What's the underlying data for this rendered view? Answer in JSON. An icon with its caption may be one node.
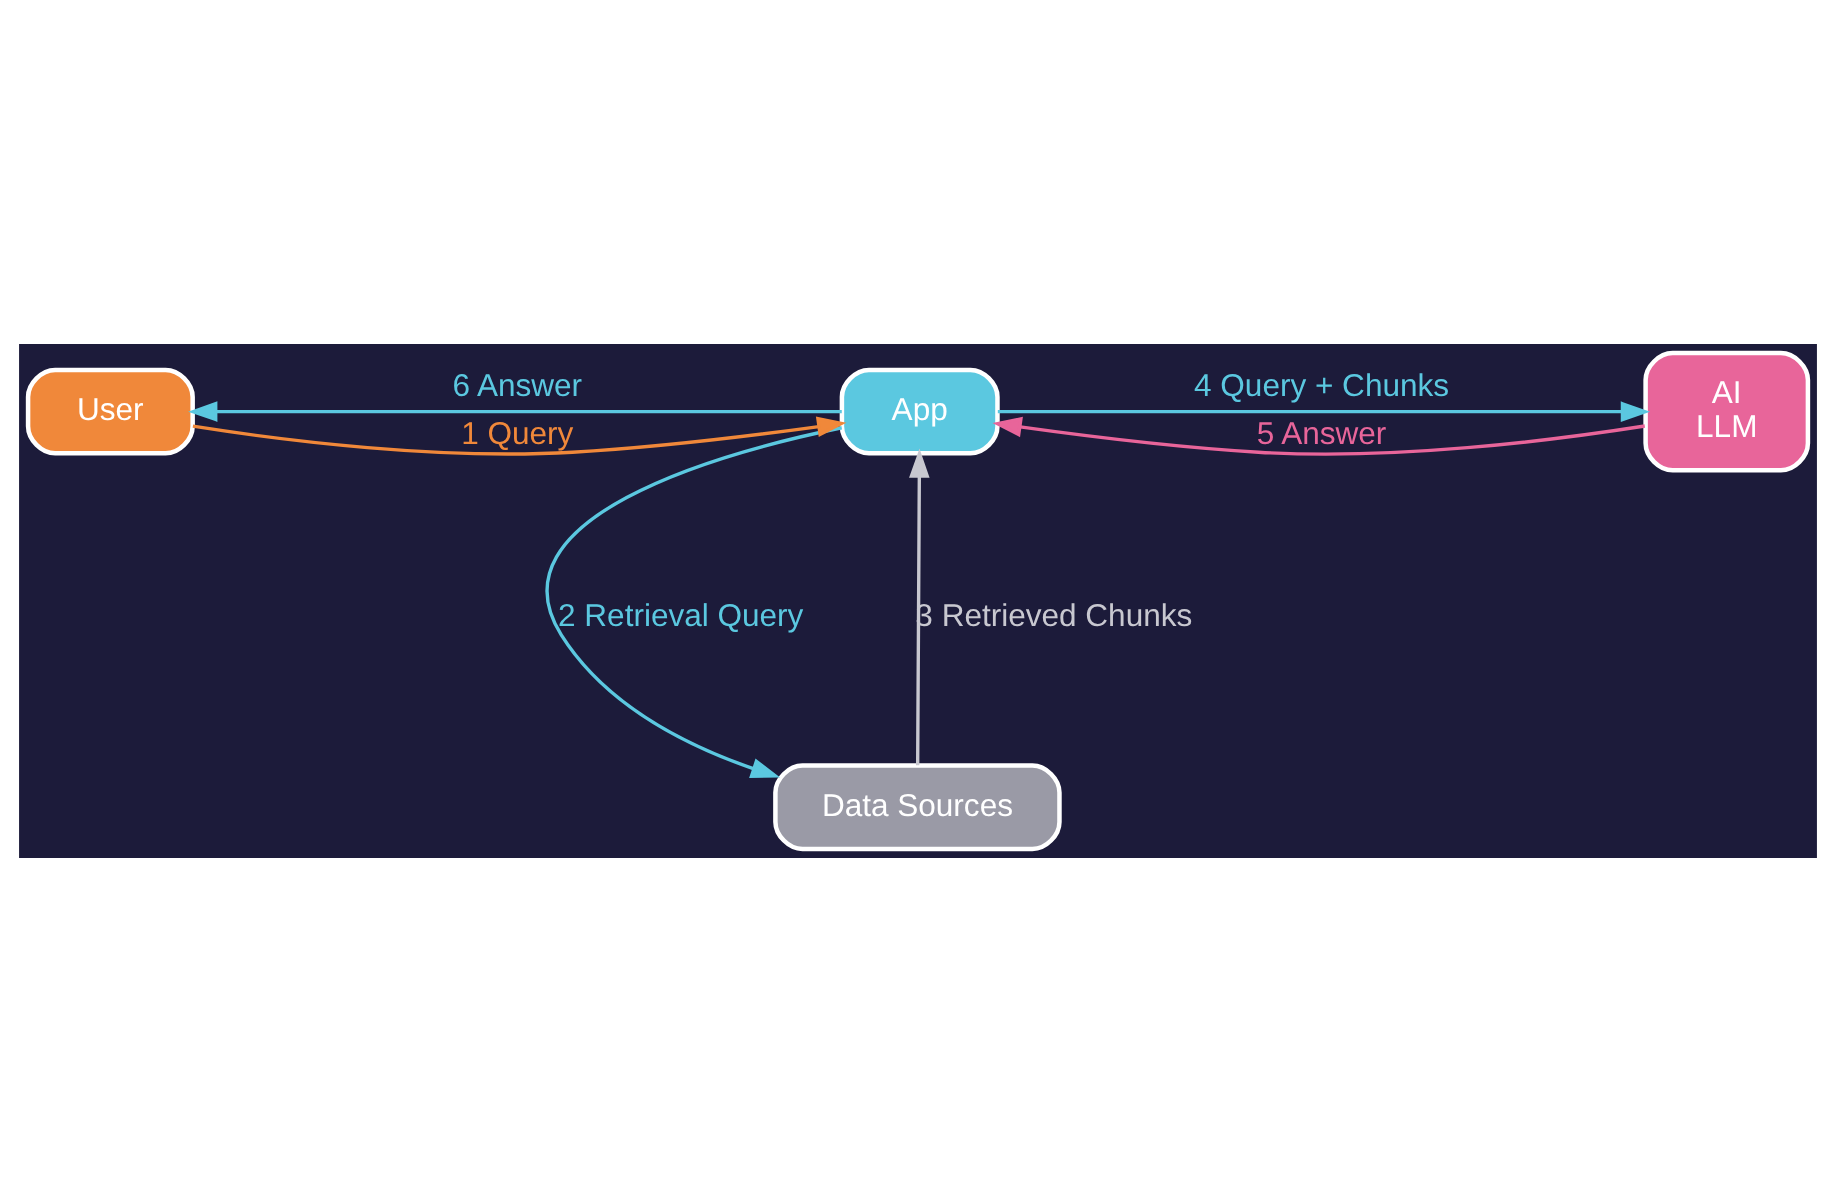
{
  "diagram": {
    "nodes": [
      {
        "text": [
          "App"
        ]
      },
      {
        "text": [
          "User"
        ]
      },
      {
        "text": [
          "AI",
          "LLM"
        ]
      },
      {
        "text": [
          "Data Sources"
        ]
      }
    ],
    "edges": [
      {
        "from": 1,
        "to": 0,
        "arrow": "to",
        "label": "1 Query",
        "color": "#f0883a"
      },
      {
        "from": 0,
        "to": 3,
        "arrow": "to",
        "label": "2 Retrieval Query"
      },
      {
        "from": 3,
        "to": 0,
        "arrow": "to",
        "label": "3 Retrieved Chunks",
        "color": "#c8c8d0"
      },
      {
        "from": 0,
        "to": 2,
        "arrow": "to",
        "label": "4 Query + Chunks"
      },
      {
        "from": 2,
        "to": 0,
        "arrow": "to",
        "label": "5 Answer",
        "color": "#e8659a"
      },
      {
        "from": 0,
        "to": 1,
        "arrow": "to",
        "label": "6 Answer"
      }
    ]
  }
}
